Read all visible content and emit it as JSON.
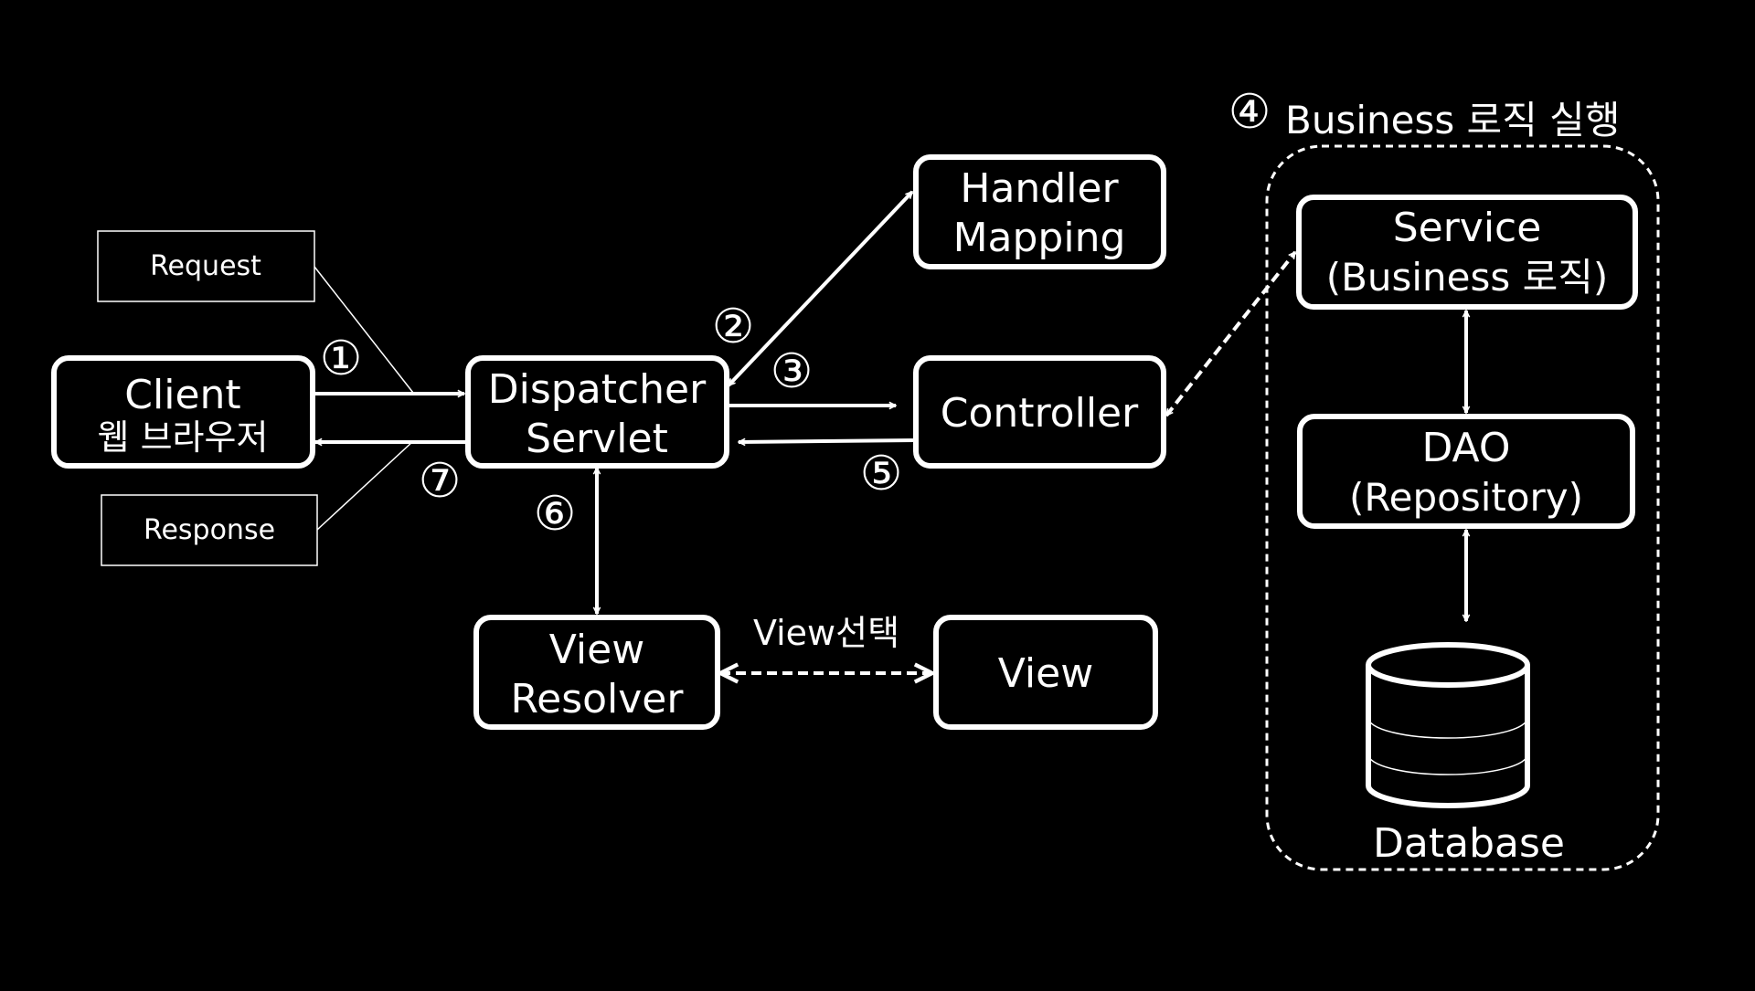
{
  "colors": {
    "background": "#000000",
    "foreground": "#ffffff"
  },
  "nodes": {
    "client": {
      "line1": "Client",
      "line2": "웹 브라우저"
    },
    "dispatcher": {
      "line1": "Dispatcher",
      "line2": "Servlet"
    },
    "handler_mapping": {
      "line1": "Handler",
      "line2": "Mapping"
    },
    "controller": {
      "line1": "Controller"
    },
    "view_resolver": {
      "line1": "View",
      "line2": "Resolver"
    },
    "view": {
      "line1": "View"
    },
    "service": {
      "line1": "Service",
      "line2": "(Business 로직)"
    },
    "dao": {
      "line1": "DAO",
      "line2": "(Repository)"
    },
    "database": {
      "label": "Database",
      "icon": "database-icon"
    }
  },
  "labels": {
    "request": "Request",
    "response": "Response",
    "view_select": "View선택",
    "business_group": "Business 로직 실행"
  },
  "steps": {
    "s1": "①",
    "s2": "②",
    "s3": "③",
    "s4": "④",
    "s5": "⑤",
    "s6": "⑥",
    "s7": "⑦"
  }
}
